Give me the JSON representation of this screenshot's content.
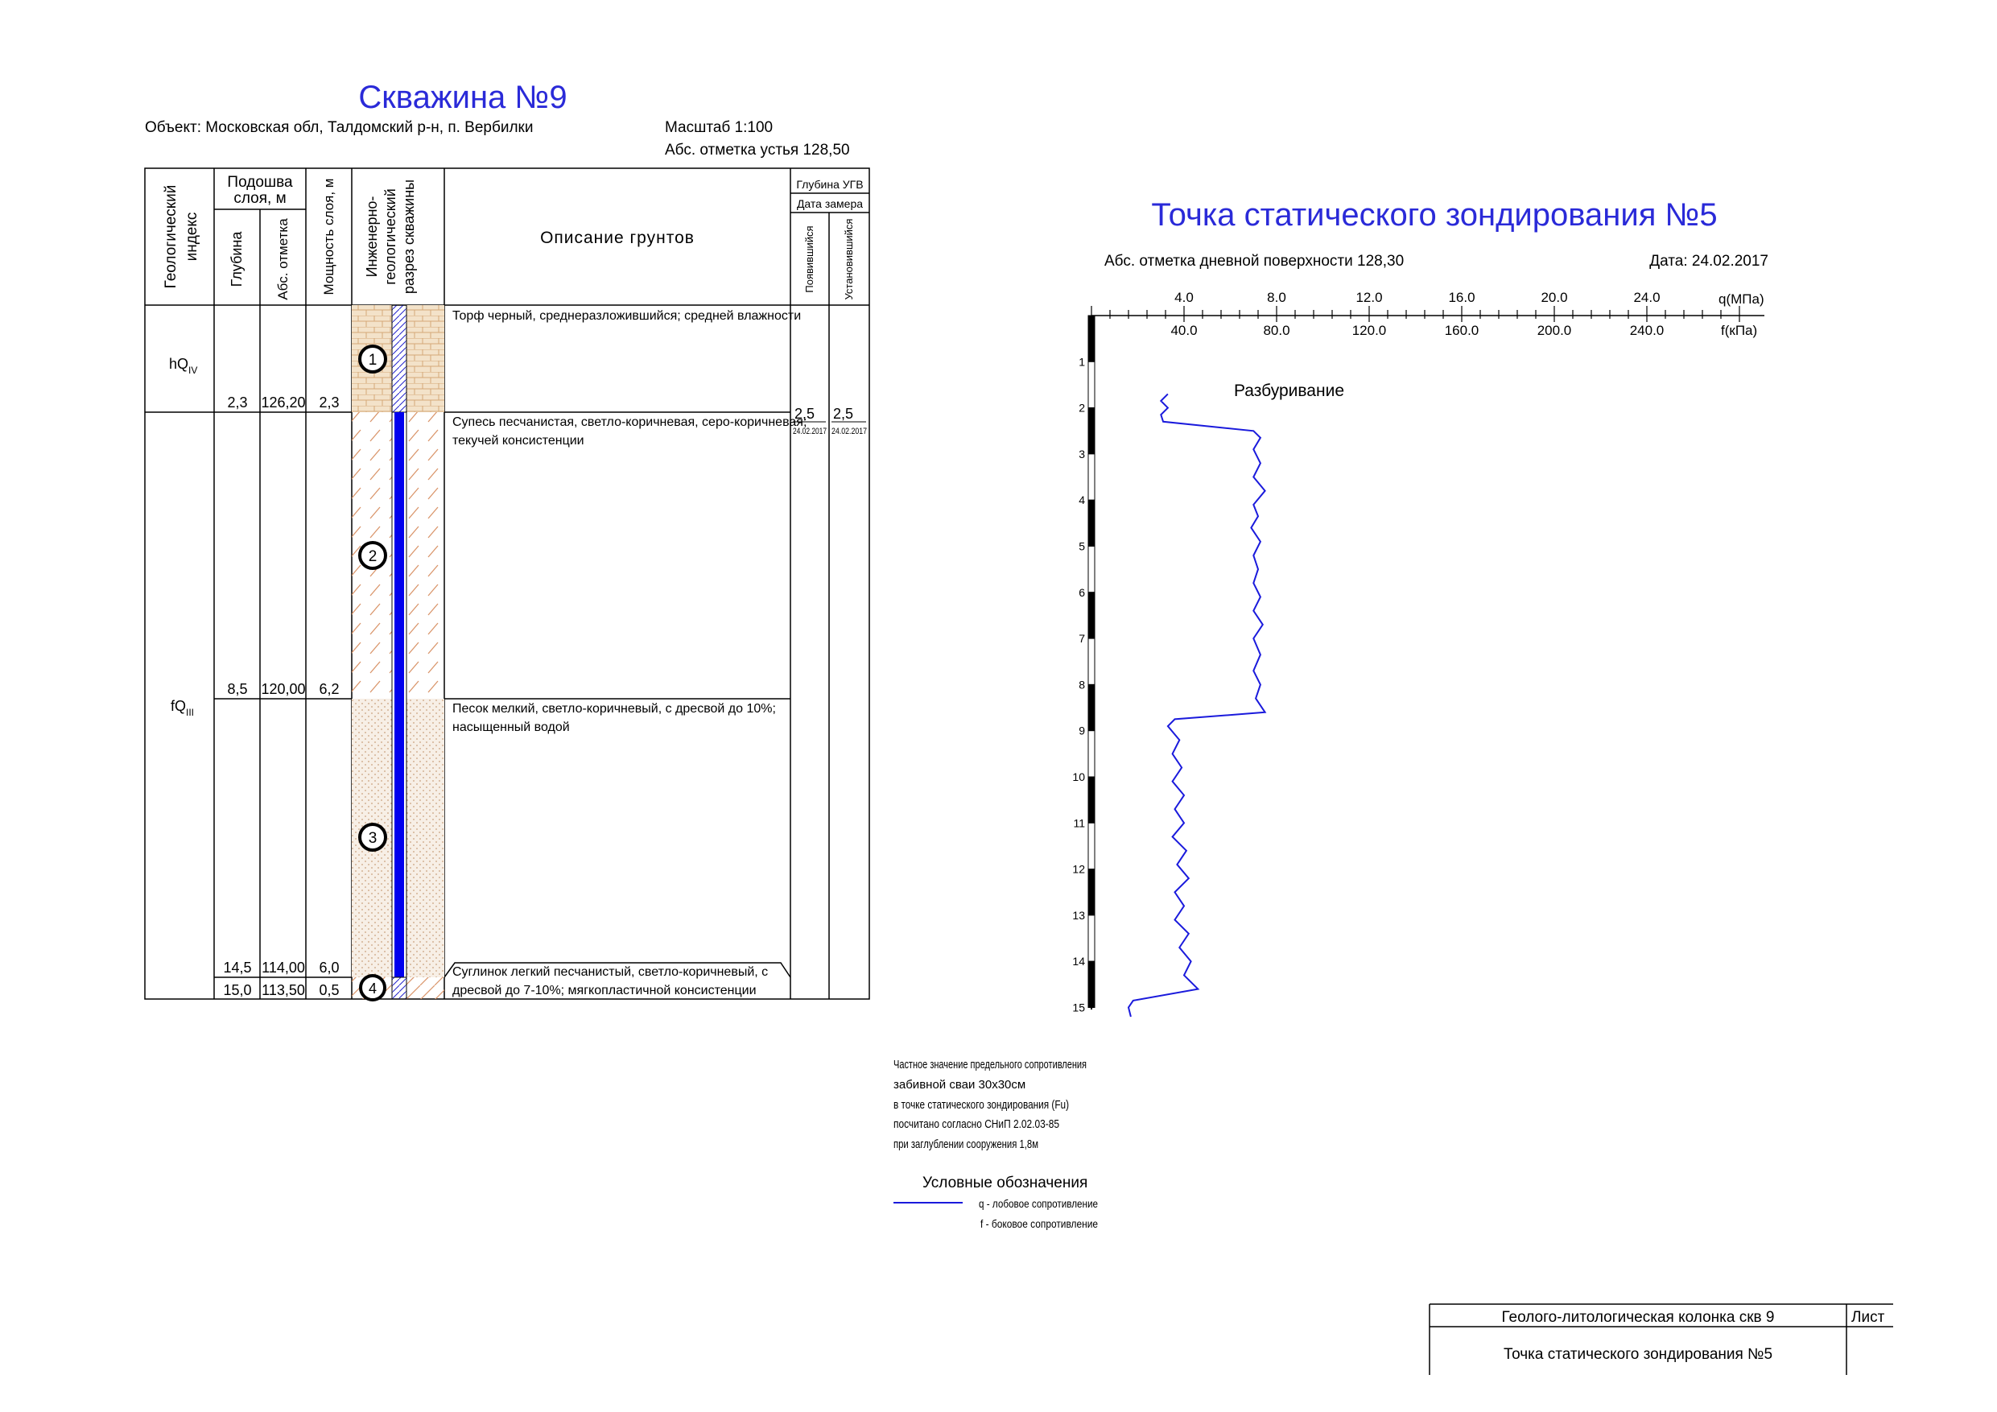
{
  "borehole": {
    "title": "Скважина №9",
    "object_line": "Объект: Московская обл, Талдомский р-н, п. Вербилки",
    "scale_line": "Масштаб 1:100",
    "elevation_line": "Абс. отметка устья  128,50",
    "headers": {
      "geo_index_1": "Геологический",
      "geo_index_2": "индекс",
      "sole_1": "Подошва",
      "sole_2": "слоя, м",
      "depth": "Глубина",
      "abs_mark": "Абс. отметка",
      "thickness": "Мощность слоя, м",
      "section_1": "Инженерно-",
      "section_2": "геологический",
      "section_3": "разрез скважины",
      "description": "Описание грунтов",
      "ugv": "Глубина УГВ",
      "measure_date": "Дата замера",
      "appeared": "Появившийся",
      "established": "Установившийся"
    },
    "index_labels": [
      {
        "main": "hQ",
        "sub": "IV"
      },
      {
        "main": "fQ",
        "sub": "III"
      }
    ],
    "layers": [
      {
        "num": "1",
        "depth": "2,3",
        "abs": "126,20",
        "thick": "2,3",
        "desc": [
          "Торф черный, среднеразложившийся; средней влажности"
        ]
      },
      {
        "num": "2",
        "depth": "8,5",
        "abs": "120,00",
        "thick": "6,2",
        "desc": [
          "Супесь песчанистая, светло-коричневая, серо-коричневая;",
          "текучей консистенции"
        ]
      },
      {
        "num": "3",
        "depth": "14,5",
        "abs": "114,00",
        "thick": "6,0",
        "desc": [
          "Песок мелкий, светло-коричневый, с дресвой до 10%;",
          "насыщенный водой"
        ]
      },
      {
        "num": "4",
        "depth": "15,0",
        "abs": "113,50",
        "thick": "0,5",
        "desc": [
          "Суглинок легкий песчанистый, светло-коричневый, с",
          "дресвой до 7-10%; мягкопластичной консистенции"
        ]
      }
    ],
    "ugv": {
      "appeared_depth": "2,5",
      "appeared_date": "24.02.2017",
      "established_depth": "2,5",
      "established_date": "24.02.2017"
    }
  },
  "cpt": {
    "title": "Точка статического зондирования №5",
    "elevation_line": "Абс. отметка дневной поверхности  128,30",
    "date_line": "Дата: 24.02.2017",
    "q_unit": "q(МПа)",
    "f_unit": "f(кПа)",
    "q_ticks": [
      "4.0",
      "8.0",
      "12.0",
      "16.0",
      "20.0",
      "24.0"
    ],
    "f_ticks": [
      "40.0",
      "80.0",
      "120.0",
      "160.0",
      "200.0",
      "240.0"
    ],
    "depth_ticks": [
      "1",
      "2",
      "3",
      "4",
      "5",
      "6",
      "7",
      "8",
      "9",
      "10",
      "11",
      "12",
      "13",
      "14",
      "15"
    ],
    "annotation": "Разбуривание"
  },
  "chart_data": {
    "type": "line",
    "title": "Точка статического зондирования №5",
    "xlabel": "q(МПа)",
    "ylabel": "",
    "xlim": [
      0,
      28
    ],
    "ylim": [
      0,
      15
    ],
    "y_inverted": true,
    "series": [
      {
        "name": "q - лобовое сопротивление",
        "color": "#1a1adc",
        "points": [
          [
            3.3,
            1.7
          ],
          [
            3.0,
            1.85
          ],
          [
            3.3,
            2.0
          ],
          [
            3.0,
            2.15
          ],
          [
            3.1,
            2.3
          ],
          [
            7.0,
            2.5
          ],
          [
            7.3,
            2.65
          ],
          [
            7.0,
            2.9
          ],
          [
            7.3,
            3.2
          ],
          [
            7.0,
            3.5
          ],
          [
            7.5,
            3.8
          ],
          [
            7.0,
            4.1
          ],
          [
            7.2,
            4.35
          ],
          [
            6.9,
            4.6
          ],
          [
            7.3,
            4.9
          ],
          [
            7.0,
            5.2
          ],
          [
            7.2,
            5.5
          ],
          [
            7.0,
            5.8
          ],
          [
            7.3,
            6.1
          ],
          [
            7.0,
            6.4
          ],
          [
            7.4,
            6.7
          ],
          [
            7.0,
            7.0
          ],
          [
            7.3,
            7.35
          ],
          [
            7.0,
            7.7
          ],
          [
            7.3,
            8.0
          ],
          [
            7.1,
            8.3
          ],
          [
            7.5,
            8.6
          ],
          [
            3.6,
            8.75
          ],
          [
            3.3,
            8.9
          ],
          [
            3.8,
            9.2
          ],
          [
            3.5,
            9.5
          ],
          [
            3.9,
            9.8
          ],
          [
            3.5,
            10.1
          ],
          [
            4.0,
            10.4
          ],
          [
            3.6,
            10.7
          ],
          [
            4.0,
            11.0
          ],
          [
            3.5,
            11.3
          ],
          [
            4.1,
            11.6
          ],
          [
            3.7,
            11.9
          ],
          [
            4.2,
            12.2
          ],
          [
            3.6,
            12.5
          ],
          [
            4.0,
            12.8
          ],
          [
            3.6,
            13.1
          ],
          [
            4.2,
            13.4
          ],
          [
            3.8,
            13.7
          ],
          [
            4.3,
            14.0
          ],
          [
            4.0,
            14.3
          ],
          [
            4.6,
            14.6
          ],
          [
            1.8,
            14.85
          ],
          [
            1.6,
            15.0
          ],
          [
            1.7,
            15.2
          ]
        ]
      }
    ]
  },
  "note": {
    "lines": [
      "Частное значение предельного сопротивления",
      "забивной сваи  30х30см",
      "в точке статического зондирования (Fu)",
      "посчитано согласно  СНиП 2.02.03-85",
      "при заглублении сооружения 1,8м"
    ]
  },
  "legend": {
    "title": "Условные обозначения",
    "q": "q - лобовое сопротивление",
    "f": "f - боковое сопротивление"
  },
  "stamp": {
    "title": "Геолого-литологическая колонка скв 9",
    "subtitle": "Точка статического зондирования №5",
    "sheet": "Лист"
  },
  "colors": {
    "line_blue": "#1a1adc",
    "title_blue": "#2a2ad8",
    "water_blue": "#0000ee",
    "peat_fill": "#e8c9a0",
    "hatch_orange": "#d9956a",
    "sand_fill": "#f1e5d8",
    "sand_dot": "#c9a17d"
  }
}
